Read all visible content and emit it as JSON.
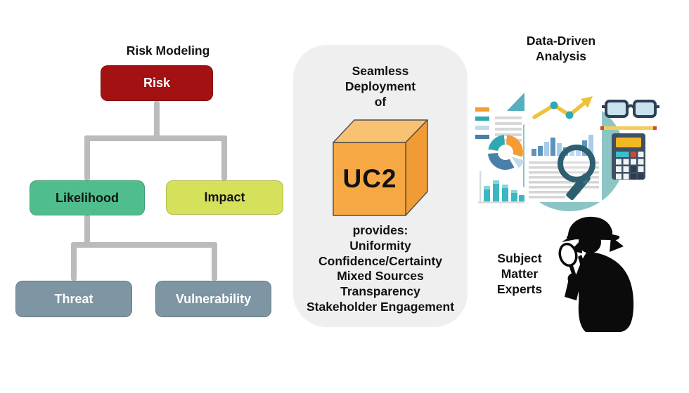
{
  "risk_tree": {
    "title": "Risk Modeling",
    "connector_color": "#BBBBBB",
    "nodes": {
      "risk": {
        "label": "Risk",
        "color": "#A31113",
        "text_color": "#FFFFFF"
      },
      "likelihood": {
        "label": "Likelihood",
        "color": "#50BE8C",
        "text_color": "#141414"
      },
      "impact": {
        "label": "Impact",
        "color": "#D6E15B",
        "text_color": "#141414"
      },
      "threat": {
        "label": "Threat",
        "color": "#7E95A3",
        "text_color": "#FFFFFF"
      },
      "vulnerability": {
        "label": "Vulnerability",
        "color": "#7E95A3",
        "text_color": "#FFFFFF"
      }
    }
  },
  "center_panel": {
    "background": "#EFEFEF",
    "heading_lines": [
      "Seamless",
      "Deployment",
      "of"
    ],
    "cube": {
      "label": "UC2",
      "front_color": "#F6A845",
      "top_color": "#F9C273",
      "side_color": "#F19B36"
    },
    "provides_label": "provides:",
    "provides_items": [
      "Uniformity",
      "Confidence/Certainty",
      "Mixed Sources",
      "Transparency",
      "Stakeholder Engagement"
    ]
  },
  "data_driven": {
    "title_lines": [
      "Data-Driven",
      "Analysis"
    ],
    "illustration_colors": {
      "circle": "#8CC5C5",
      "orange": "#F49B33",
      "teal": "#2FA8B3",
      "steel_blue": "#4A7FA8",
      "light_blue": "#BFDDE8",
      "chart_yellow": "#EFC23B",
      "magnifier": "#2D5F70",
      "calculator_body": "#3E5063",
      "calculator_display": "#F2B824",
      "glasses_frame": "#2E4057"
    }
  },
  "experts": {
    "title_lines": [
      "Subject",
      "Matter",
      "Experts"
    ],
    "silhouette_color": "#0B0B0B"
  }
}
